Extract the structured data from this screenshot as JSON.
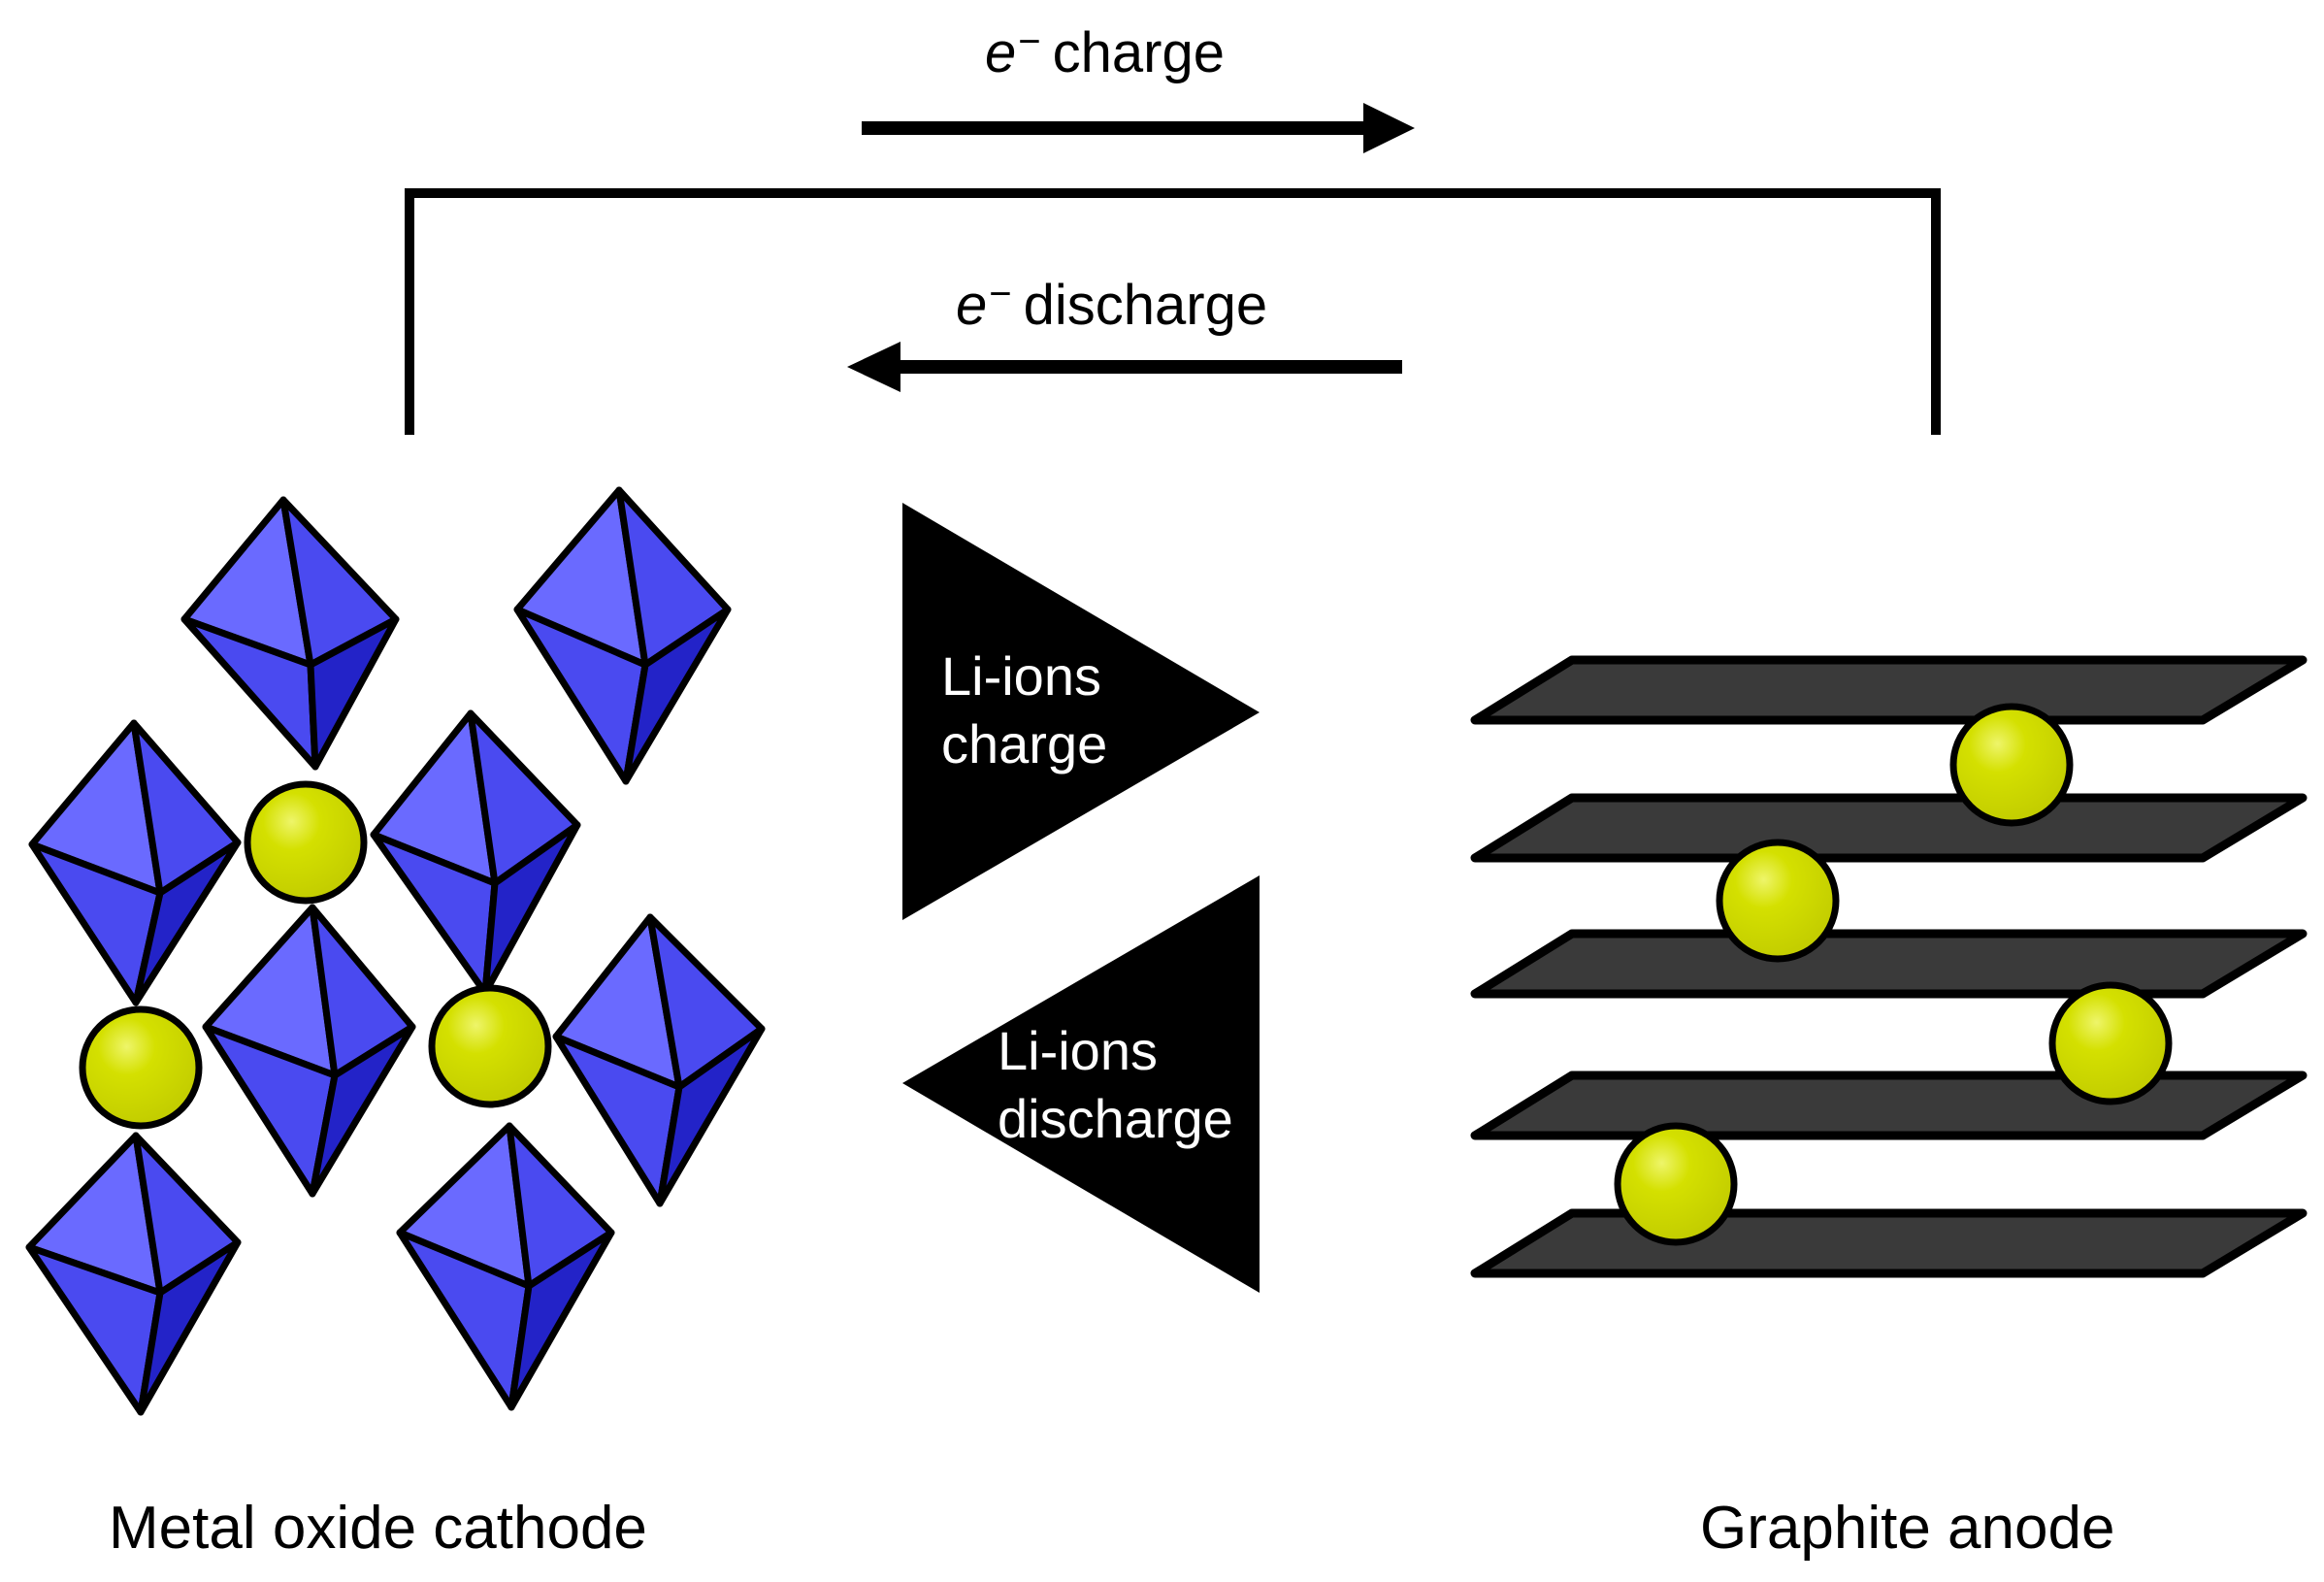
{
  "electron_flow": {
    "charge": {
      "symbol": "e",
      "superscript": "−",
      "label": "charge"
    },
    "discharge": {
      "symbol": "e",
      "superscript": "−",
      "label": "discharge"
    }
  },
  "ion_flow": {
    "charge": {
      "line1": "Li-ions",
      "line2": "charge"
    },
    "discharge": {
      "line1": "Li-ions",
      "line2": "discharge"
    }
  },
  "electrodes": {
    "cathode_label": "Metal oxide cathode",
    "anode_label": "Graphite anode"
  },
  "colors": {
    "octahedron": "#4a4af0",
    "octahedron_light": "#6a6aff",
    "octahedron_dark": "#2323c8",
    "lithium_ion": "#d4e000",
    "graphite_sheet": "#3a3a3a",
    "outline": "#000000"
  },
  "anode_layers": 5,
  "anode_ions": 4
}
